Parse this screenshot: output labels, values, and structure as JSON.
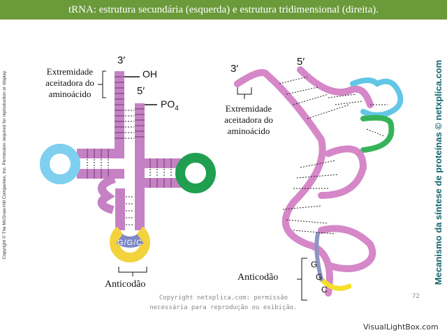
{
  "header": {
    "title": "tRNA: estrutura secundária (esquerda) e estrutura tridimensional (direita).",
    "bar_color": "#6b9a3a"
  },
  "left_diagram": {
    "label_3prime": "3′",
    "label_5prime": "5′",
    "label_oh": "OH",
    "label_po4": "PO",
    "label_po4_sub": "4",
    "acceptor_label": [
      "Extremidade",
      "aceitadora do",
      "aminoácido"
    ],
    "anticodon_bases": [
      "G",
      "G",
      "C"
    ],
    "anticodon_label": "Anticodão",
    "colors": {
      "stem": "#c681c4",
      "d_loop": "#7ecff0",
      "t_loop": "#1f9f4f",
      "anticodon_loop": "#f2d33c",
      "anticodon_bases": "#7d88c7"
    }
  },
  "right_diagram": {
    "label_3prime": "3′",
    "label_5prime": "5′",
    "acceptor_label": [
      "Extremidade",
      "aceitadora do",
      "aminoácido"
    ],
    "anticodon_bases": [
      "G",
      "G",
      "C"
    ],
    "anticodon_label": "Anticodão",
    "colors": {
      "ribbon": "#d587c8",
      "blue_segment": "#62c6e6",
      "green_segment": "#36b35a",
      "yellow_segment": "#f4df2b",
      "slate_segment": "#8f95c2"
    }
  },
  "side_text": {
    "copyright_left": "Copyright © The McGraw-Hill Companies, Inc. Permission required for reproduction or display.",
    "right_vertical": "Mecanismo da síntese de proteínas © netxplica.com"
  },
  "footer": {
    "line1": "Copyright netxplica.com: permissão",
    "line2": "necessária para reprodução ou exibição.",
    "page_number": "72",
    "watermark": "VisualLightBox.com"
  }
}
